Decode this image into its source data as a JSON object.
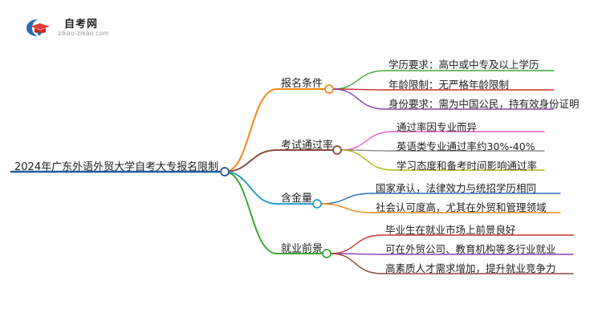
{
  "logo": {
    "name": "自考网",
    "url": "zikao-zikao.com",
    "icon": "graduation-cap-icon"
  },
  "root": {
    "label": "2024年广东外语外贸大学自考大专报名限制",
    "color": "#1f5c99"
  },
  "branches": [
    {
      "label": "报名条件",
      "color": "#f08a1c",
      "leaves": [
        {
          "label": "学历要求：高中或中专及以上学历",
          "color": "#3aa935"
        },
        {
          "label": "年龄限制：无严格年龄限制",
          "color": "#c9302c"
        },
        {
          "label": "身份要求：需为中国公民，持有效身份证明",
          "color": "#8e44ad"
        }
      ]
    },
    {
      "label": "考试通过率",
      "color": "#8b4a3a",
      "leaves": [
        {
          "label": "通过率因专业而异",
          "color": "#e85ac8"
        },
        {
          "label": "英语类专业通过率约30%-40%",
          "color": "#8a8a8a"
        },
        {
          "label": "学习态度和备考时间影响通过率",
          "color": "#b5b518"
        }
      ]
    },
    {
      "label": "含金量",
      "color": "#2aa1c9",
      "leaves": [
        {
          "label": "国家承认，法律效力与统招学历相同",
          "color": "#2a6db5"
        },
        {
          "label": "社会认可度高，尤其在外贸和管理领域",
          "color": "#f08a1c"
        }
      ]
    },
    {
      "label": "就业前景",
      "color": "#3aa935",
      "leaves": [
        {
          "label": "毕业生在就业市场上前景良好",
          "color": "#c9302c"
        },
        {
          "label": "可在外贸公司、教育机构等多行业就业",
          "color": "#8e44ad"
        },
        {
          "label": "高素质人才需求增加，提升就业竞争力",
          "color": "#8b4a3a"
        }
      ]
    }
  ]
}
